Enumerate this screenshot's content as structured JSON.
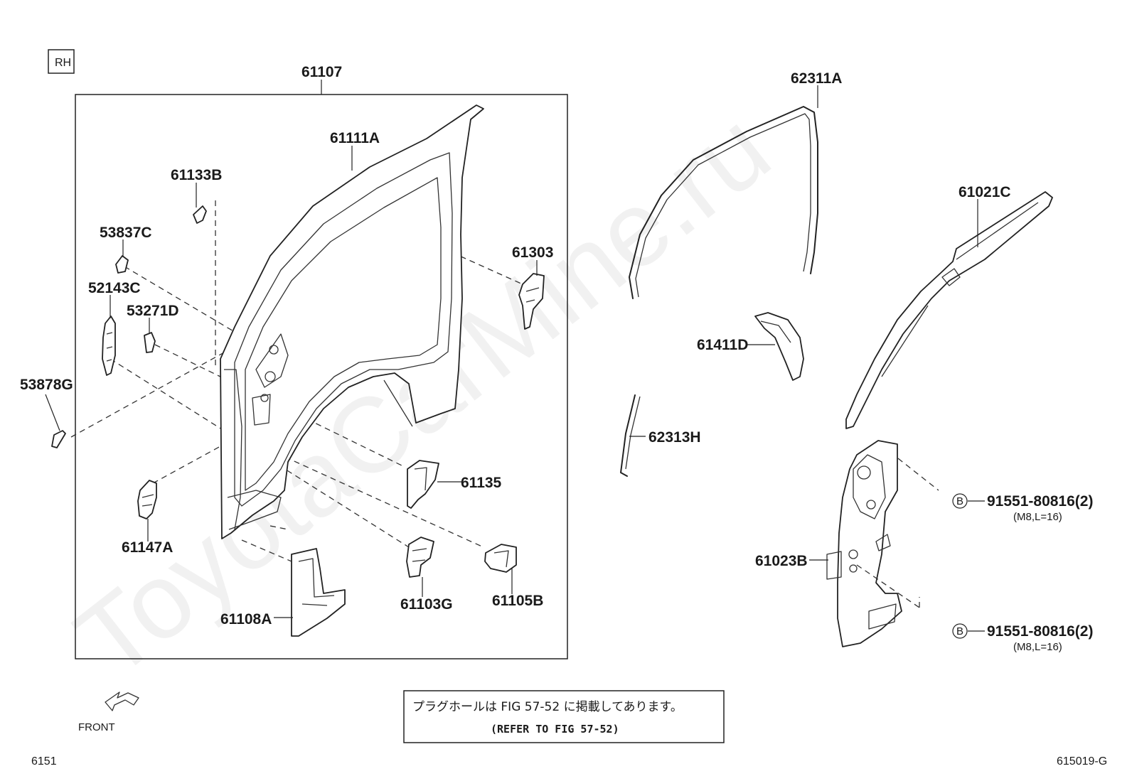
{
  "header": {
    "side_badge": "RH"
  },
  "labels": {
    "p61107": "61107",
    "p61111A": "61111A",
    "p61133B": "61133B",
    "p53837C": "53837C",
    "p52143C": "52143C",
    "p53271D": "53271D",
    "p53878G": "53878G",
    "p61303": "61303",
    "p61135": "61135",
    "p61147A": "61147A",
    "p61103G": "61103G",
    "p61105B": "61105B",
    "p61108A": "61108A",
    "p62311A": "62311A",
    "p61021C": "61021C",
    "p61411D": "61411D",
    "p62313H": "62313H",
    "p61023B": "61023B",
    "bolt_top": "91551-80816(2)",
    "bolt_top_spec": "(M8,L=16)",
    "bolt_bottom": "91551-80816(2)",
    "bolt_bottom_spec": "(M8,L=16)",
    "callout_b": "B"
  },
  "note": {
    "line1": "プラグホールは FIG 57-52 に掲載してあります。",
    "line2": "(REFER TO FIG 57-52)"
  },
  "footer": {
    "front_label": "FRONT",
    "page_ref": "6151",
    "fig_code": "615019-G"
  },
  "watermark": "ToyotaCarMine.ru"
}
